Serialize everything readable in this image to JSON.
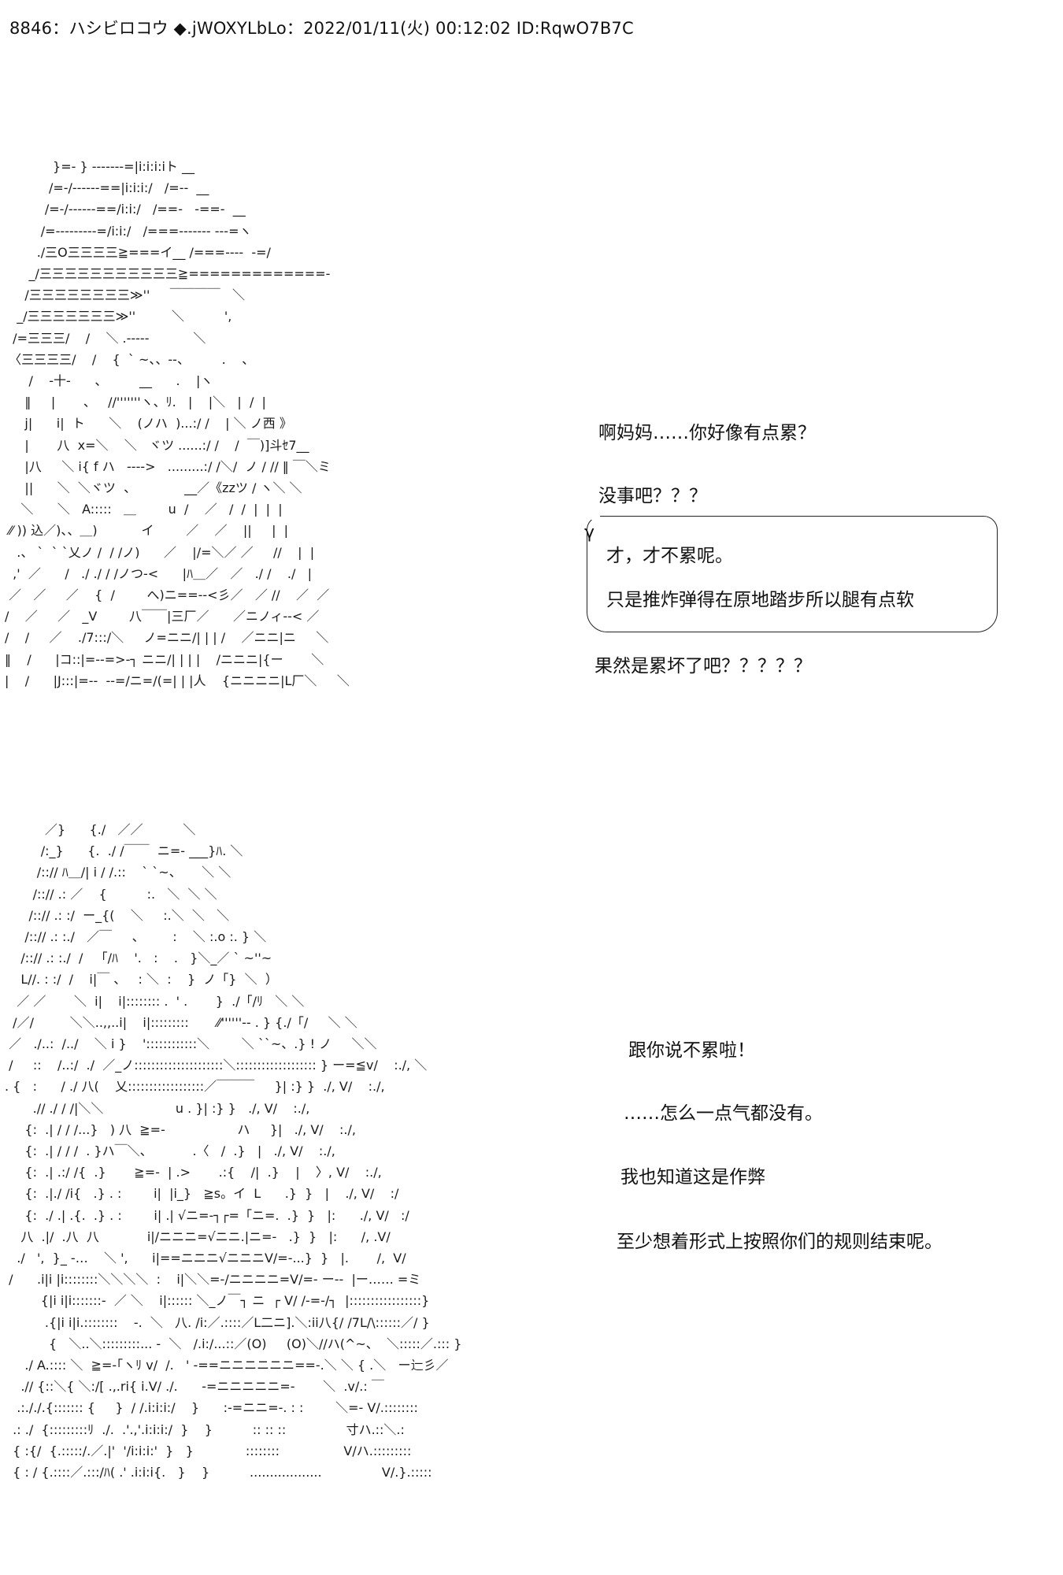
{
  "header": "8846：ハシビロコウ ◆.jWOXYLbLo：2022/01/11(火) 00:12:02 ID:RqwO7B7C",
  "panel1": {
    "art": "            }=- } -------=|i:i:i:iト __\n           /=-/------==|i:i:i:/   /=--  __\n          /=-/------==/i:i:/   /==-   -==-  __\n         /=---------=/i:i:/   /===------- ---=ヽ\n        ./三O三三三三≧===イ__ /===----  -=/\n      _/三三三三三三三三三三三≧=============-\n     /三三三三三三三三≫''     ￣￣￣￣   ＼\n   _/三三三三三三三≫''         ＼          ',\n  /=三三三/    /    ＼ .-----           ＼\n 〈三三三三/    /    {  ` ~、、--、        .    、\n      /    -十-      、        __      .    |ヽ\n     ‖     |       、   //'''''''ヽ、ﾘ.   |    |＼   |  /  |\n     j|      i|  ト      ＼    (ノハ  )...:/ /    | ＼ ノ西 》\n     |       八  x=＼    ＼   ヾツ ......:/ /    /  ￣)]斗ｾ7__\n     |八     ＼ i{ f ハ   ---->   .........:/ /＼/  ノ / // ‖ ￣＼ミ\n     ||      ＼  ＼ヾツ  、            __／《zzツ / ヽ＼ ＼\n    ＼      ＼   A:::::   ＿        u  /    ／   /  /  |  |  |\n ⁄⁄ )) 込／)、、＿)           イ        ／    ／    ||     |  |\n   .、 `  ` `乂ノ /  / /ノ)      ／    |/=＼／ ／     //    |  |\n  ,'  ／      /   ./ ./ / /ノつ-<      |ﾊ＿／   ／   ./ /    ./   |\n ／   ／     ／    {  /        へ)ニ==--<彡／   ／ //    ／  ／\n/    ／     ／   _V        八￣￣|三厂／      ／ニノィ--< ／\n/    /     ／    ./7:::/＼     ノ=ニニ/| | | /    ／ニニ|ニ     ＼\n‖    /      |コ::|=--=>-┐ ニニ/| | | |    /ニニニ|{ー       ＼\n|    /      |J:::|=--  --=/ニ=/(=| | |人    {ニニニニ|L厂＼     ＼",
    "lines": [
      "啊妈妈……你好像有点累？",
      "没事吧？？？",
      "果然是累坏了吧？？？？？"
    ],
    "bubble": {
      "tail": "γ",
      "lines": [
        "才，才不累呢。",
        "只是推炸弹得在原地踏步所以腿有点软"
      ]
    }
  },
  "panel2": {
    "art": "          ／}      {./   ／／          ＼\n         /:_}      {.  ./ /￣￣  ニ=- ___}ﾊ. ＼\n        /::// ﾊ＿/| i / /.::    ` `~、     ＼ ＼\n       /::// .: ／    {          :.   ＼  ＼ ＼\n      /::// .: :/  ー_{(    ＼     :.＼  ＼   ＼\n     /::// .: :./   ／￣     、       :    ＼ :.o :. } ＼\n    /::// .: :./  /   「/ﾊ    '.   :    .   }＼_／ ` ~''~\n    L//. : :/  /    i|￣ 、   : ＼  :    }  ノ「}  ＼  ）\n   ／ ／       ＼  i|    i|:::::::: .  ' .       }  ./「/ﾘ   ＼ ＼\n  /／/         ＼＼..,,..i|    i|:::::::::       ⁄⁄''''''-- . } {./「/     ＼ ＼\n ／   ./..:  /../    ＼ i }    '::::::::::::＼        ＼ ``~、.} ! ノ     ＼＼\n /     ::    /..:/  ./  ／_ノ:::::::::::::::::::::＼::::::::::::::::::: } ー=≦v/    :./, ＼\n. {   :      / ./ 八(    乂::::::::::::::::::／￣￣￣     }| :} }  ./, V/    :./,\n       .// ./ / /|＼＼                  u . }| :} }   ./, V/    :./,\n     {:  .| / / /...}   ) 八  ≧=-                  ハ     }|   ./, V/    :./,\n     {:  .| / / /  . }ハ￣＼、          .〈   /  .}   |   ./, V/    :./,\n     {:  .| .:/ /{  .}       ≧=-  | .>       .:{    /|  .}    |    〉, V/    :./,\n     {:  .|./ /i{   .} . :        i|  |i_}   ≧s。イ  L      .}  }   |    ./, V/    :/\n     {:  ./ .| .{.  .} . :        i| .| √ニ=-┐┌=「ニ=.  .}  }   |:      ./, V/   :/\n    八  .|/  .八  八            i|/ニニニ=√ニニ.|ニ=-   .}  }   |:      /, .V/\n   ./   ',  }_ -…    ＼ ',      i|==ニニニ√ニニニV/=-...}  }   |.       /,  V/\n /      .i|i |i::::::::＼＼＼＼  :    i|＼＼=-/ニニニニ=V/=- ー--  |ー…… =ミ\n         {|i i|i:::::::-  ／ ＼    i|:::::: ＼_ノ￣┐ ニ  ┌ V/ /-=-/┐  |:::::::::::::::::}\n          .{|i i|i.::::::::    -.  ＼   八. /i:／.::::／L二ニ].＼:ii八{/ /7L/\\::::::／/ }\n           {   ＼..＼:::::::::... -  ＼   /.i:/...::／(O)     (O)＼//ハ(^~、  ＼:::::／.::: }\n     ./ A.:::: ＼  ≧=-｢ヽﾘ v/  /.   ' -==ニニニニニニ==-.＼ ＼ { .＼   ー辷彡／\n    .// {::＼{ ＼:/[ .,.ri{ i.V/ ./.      -=ニニニニニ=-       ＼  .v/.: ￣\n   .:././.{::::::: {     }  / /.i:i:i:/    }      :-=ニニ=-. : :        ＼=- V/.::::::::\n  .: ./  {:::::::::ﾘ  ./.  .'.,'.i:i:i:/  }    }          :: :: ::               寸ハ.::＼.:\n  { :{/  {.:::::/.／.|'  '/i:i:i:'  }   }             ::::::::                V/ハ.:::::::::\n  { : / {.::::／.:::/ﾊ( .' .i:i:i{.   }    }          ..................               V/.}.:::::",
    "lines": [
      "跟你说不累啦！",
      "……怎么一点气都没有。",
      "我也知道这是作弊",
      "至少想着形式上按照你们的规则结束呢。"
    ]
  }
}
